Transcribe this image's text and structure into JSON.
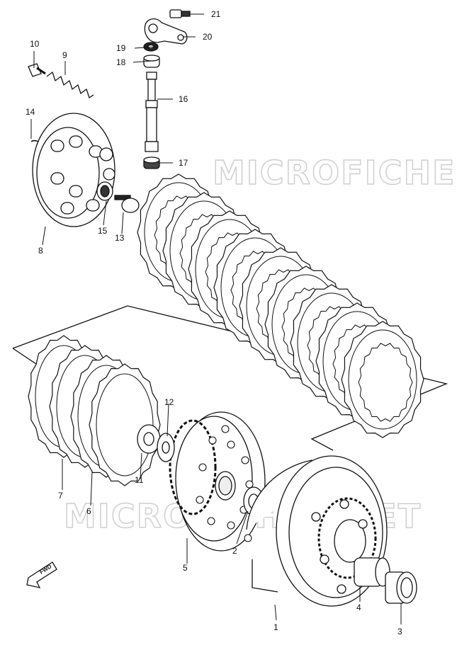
{
  "watermark": {
    "top": "MICROFICHES.NET",
    "bottom": "MICROFICHES.NET"
  },
  "fwd_label": "FWD",
  "callouts": [
    {
      "id": "1",
      "label": "1"
    },
    {
      "id": "2",
      "label": "2"
    },
    {
      "id": "3",
      "label": "3"
    },
    {
      "id": "4",
      "label": "4"
    },
    {
      "id": "5",
      "label": "5"
    },
    {
      "id": "6",
      "label": "6"
    },
    {
      "id": "7",
      "label": "7"
    },
    {
      "id": "8",
      "label": "8"
    },
    {
      "id": "9",
      "label": "9"
    },
    {
      "id": "10",
      "label": "10"
    },
    {
      "id": "11",
      "label": "11"
    },
    {
      "id": "12",
      "label": "12"
    },
    {
      "id": "13",
      "label": "13"
    },
    {
      "id": "14",
      "label": "14"
    },
    {
      "id": "15",
      "label": "15"
    },
    {
      "id": "16",
      "label": "16"
    },
    {
      "id": "17",
      "label": "17"
    },
    {
      "id": "18",
      "label": "18"
    },
    {
      "id": "19",
      "label": "19"
    },
    {
      "id": "20",
      "label": "20"
    },
    {
      "id": "21",
      "label": "21"
    }
  ]
}
